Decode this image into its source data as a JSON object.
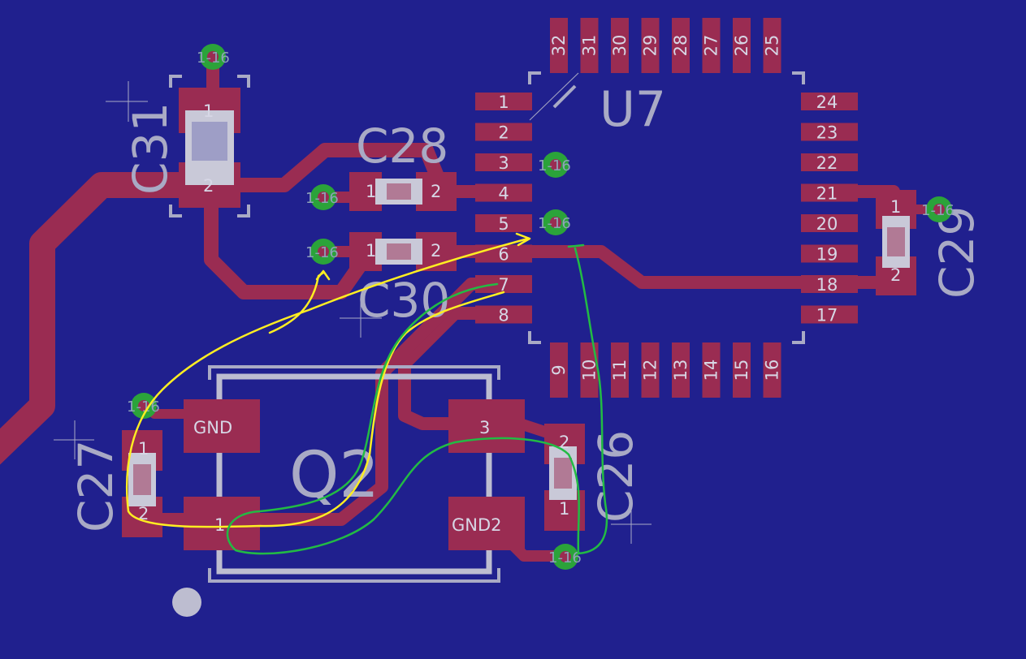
{
  "colors": {
    "background": "#20208e",
    "copper": "#9a2c52",
    "silkscreen": "#a9aac5",
    "via_ring": "#2ba33a",
    "annotation_yellow": "#ffee22",
    "annotation_green": "#22bb44"
  },
  "designators": {
    "u7": "U7",
    "c28": "C28",
    "c29": "C29",
    "c30": "C30",
    "c31": "C31",
    "c27": "C27",
    "c26": "C26",
    "q2": "Q2"
  },
  "via_label": "1-16",
  "u7_pins": {
    "left": [
      "1",
      "2",
      "3",
      "4",
      "5",
      "6",
      "7",
      "8"
    ],
    "bottom": [
      "9",
      "10",
      "11",
      "12",
      "13",
      "14",
      "15",
      "16"
    ],
    "right": [
      "17",
      "18",
      "19",
      "20",
      "21",
      "22",
      "23",
      "24"
    ],
    "top": [
      "25",
      "26",
      "27",
      "28",
      "29",
      "30",
      "31",
      "32"
    ]
  },
  "q2_pads": {
    "gnd": "GND",
    "gnd2": "GND2",
    "pin1": "1",
    "pin3": "3"
  },
  "cap_pins": {
    "one": "1",
    "two": "2"
  }
}
